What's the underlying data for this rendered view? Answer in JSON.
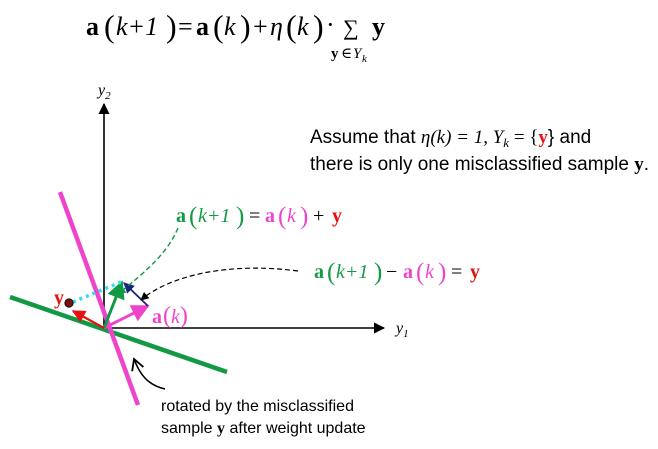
{
  "formula": {
    "lhs_vec": "a",
    "lhs_arg": "k+1",
    "eq": "=",
    "t1_vec": "a",
    "t1_arg": "k",
    "plus": "+",
    "eta": "η",
    "eta_arg": "k",
    "dot": "·",
    "sum": "∑",
    "sum_sub_vec": "y",
    "sum_sub_in": "∈",
    "sum_sub_set": "Y",
    "sum_sub_set_sub": "k",
    "sum_term": "y"
  },
  "assume": {
    "line1_pre": "Assume that ",
    "line1_math": "η(k) = 1, Y",
    "line1_sub": "k",
    "line1_eq": " = {",
    "line1_y": "y",
    "line1_close": "} and",
    "line2_pre": "there is only one misclassified sample ",
    "line2_y": "y",
    "line2_end": "."
  },
  "axes": {
    "y1_base": "y",
    "y1_sub": "1",
    "y2_base": "y",
    "y2_sub": "2"
  },
  "eq_update": {
    "lhs_vec": "a",
    "lhs_arg": "k+1",
    "eq": "=",
    "t1_vec": "a",
    "t1_arg": "k",
    "plus": "+",
    "y": "y"
  },
  "eq_diff": {
    "lhs_vec": "a",
    "lhs_arg": "k+1",
    "minus": "−",
    "t1_vec": "a",
    "t1_arg": "k",
    "eq": "=",
    "y": "y"
  },
  "labels": {
    "y_point": "y",
    "ak_vec": "a",
    "ak_arg": "k"
  },
  "caption": {
    "line1": "rotated by the misclassified",
    "line2_pre": "sample ",
    "line2_y": "y",
    "line2_post": " after weight update"
  },
  "colors": {
    "green": "#119944",
    "magenta": "#ee44cc",
    "red": "#e81010",
    "navy": "#1a237e",
    "cyan": "#33ddee",
    "dark_red": "#7a1010",
    "black": "#000000"
  }
}
